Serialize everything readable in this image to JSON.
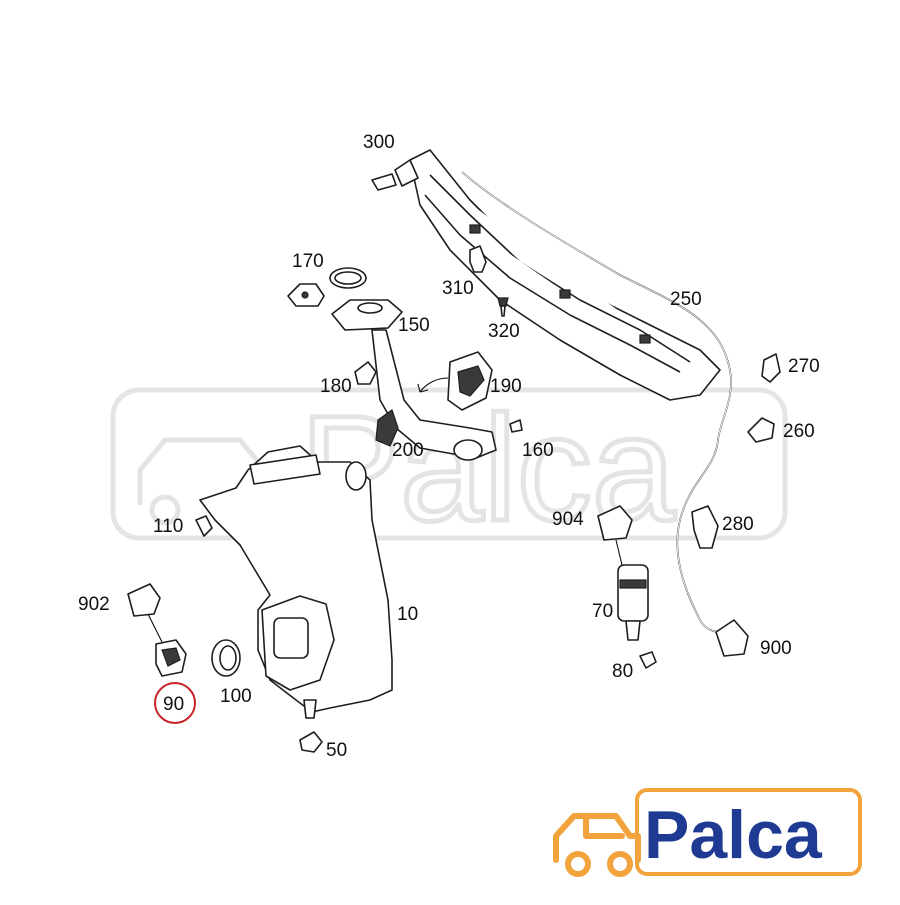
{
  "diagram": {
    "callouts": [
      "300",
      "170",
      "310",
      "250",
      "320",
      "150",
      "180",
      "190",
      "270",
      "200",
      "160",
      "260",
      "110",
      "904",
      "280",
      "902",
      "10",
      "70",
      "900",
      "90",
      "100",
      "80",
      "50"
    ],
    "highlighted_callout": "90",
    "colors": {
      "highlight_ring": "#c8242b",
      "logo_blue": "#1f3a93",
      "logo_orange": "#f2a33c",
      "watermark": "#c8c8c8"
    }
  },
  "watermark": {
    "text": "Palca"
  },
  "logo": {
    "text": "Palca",
    "icon": "car-icon"
  }
}
